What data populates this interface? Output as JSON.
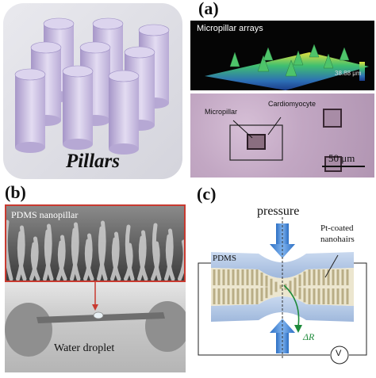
{
  "pillars_panel": {
    "title": "Pillars"
  },
  "panel_a": {
    "letter": "(a)",
    "top_label": "Micropillar arrays",
    "scale_value": "38.88 μm",
    "bottom_label_micropillar": "Micropillar",
    "bottom_label_cardio": "Cardiomyocyte",
    "scale_bar": "50 μm"
  },
  "panel_b": {
    "letter": "(b)",
    "top_label": "PDMS nanopillar",
    "bottom_label": "Water droplet"
  },
  "panel_c": {
    "letter": "(c)",
    "pressure": "pressure",
    "pt_label_line1": "Pt-coated",
    "pt_label_line2": "nanohairs",
    "pdms": "PDMS",
    "delta_r": "ΔR",
    "meter": "V"
  }
}
